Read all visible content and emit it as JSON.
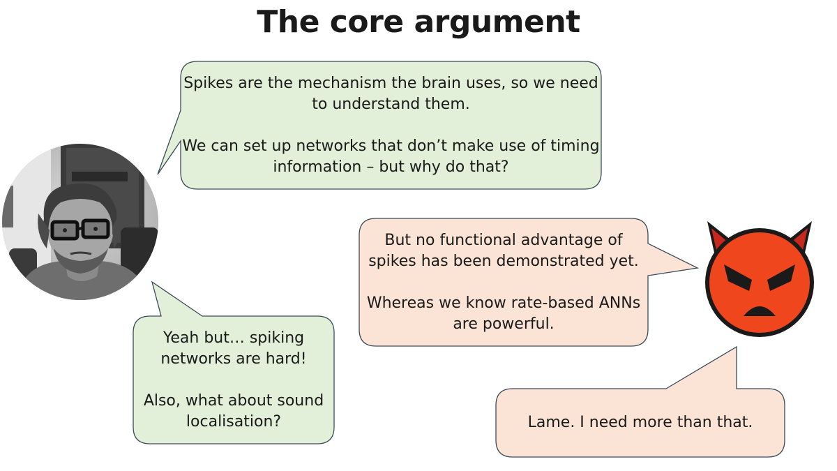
{
  "slide": {
    "title": "The core argument"
  },
  "bubbles": {
    "top": {
      "line1": "Spikes are the mechanism the brain uses, so we need",
      "line2": "to understand them.",
      "line3": "We can set up networks that don’t make use of timing",
      "line4": "information – but why do that?"
    },
    "bottom_left": {
      "line1": "Yeah but… spiking",
      "line2": "networks are hard!",
      "line3": "Also, what about sound",
      "line4": "localisation?"
    },
    "devil_main": {
      "line1": "But no functional advantage of",
      "line2": "spikes has been demonstrated yet.",
      "line3": "Whereas we know rate-based ANNs",
      "line4": "are powerful."
    },
    "devil_reply": {
      "line1": "Lame. I need more than that."
    }
  },
  "colors": {
    "green_fill": "#e2efd9",
    "peach_fill": "#fbe4d5",
    "bubble_stroke": "#3a4a5a",
    "devil_red": "#f0461e",
    "devil_dark": "#1a1a1a"
  },
  "icons": {
    "speaker_photo": "person-photo",
    "devil": "angry-devil-emoji"
  }
}
